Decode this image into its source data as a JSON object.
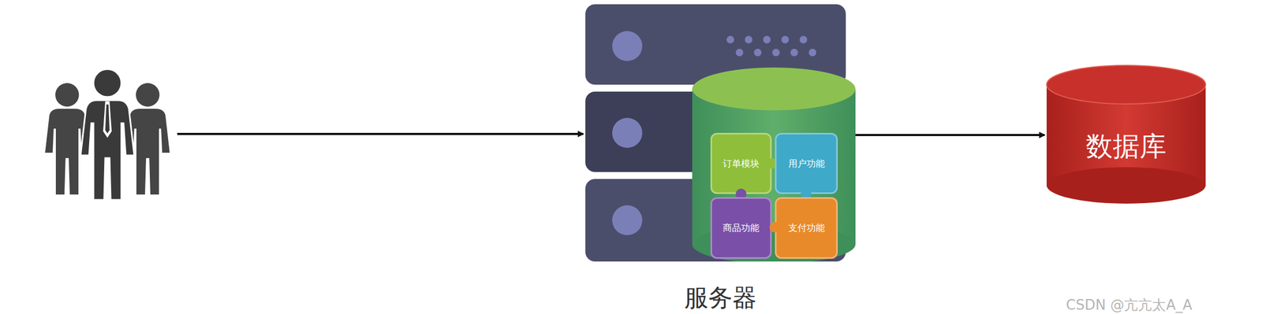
{
  "diagram": {
    "nodes": [
      {
        "text": [
          "服务器"
        ]
      },
      {
        "text": [
          "订单模块"
        ],
        "in": 0
      },
      {
        "text": [
          "用户功能"
        ],
        "in": 0
      },
      {
        "text": [
          "商品功能"
        ],
        "in": 0
      },
      {
        "text": [
          "支付功能"
        ],
        "in": 0
      },
      {
        "text": [
          "数据库"
        ]
      }
    ],
    "edges": [
      {
        "from": 0,
        "to": 5,
        "arrow": "to"
      }
    ],
    "labels": [
      "CSDN @亢亢太A_A"
    ]
  }
}
